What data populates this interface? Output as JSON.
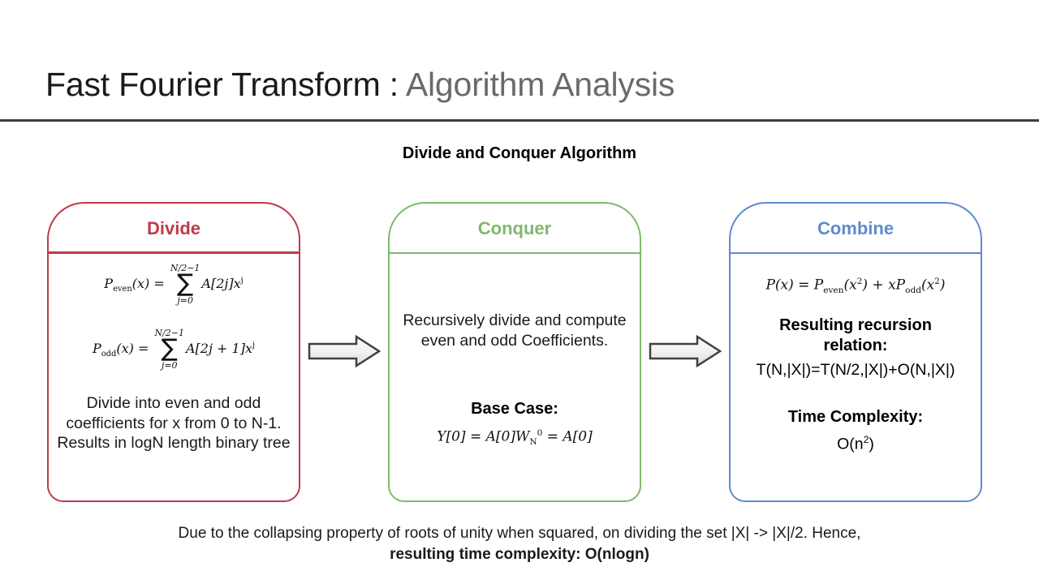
{
  "slide": {
    "title_main": "Fast Fourier Transform : ",
    "title_sub": "Algorithm Analysis",
    "diagram_heading": "Divide and Conquer Algorithm"
  },
  "colors": {
    "divide": "#BE3A4B",
    "conquer": "#7FB96D",
    "combine": "#5B8CCC",
    "title_main": "#1A1A1A",
    "title_sub": "#6A6A6A",
    "rule": "#3D3D3D",
    "arrow_outline": "#404040",
    "arrow_fill": "#EDEDED"
  },
  "stages": {
    "divide": {
      "header": "Divide",
      "formula_even": {
        "lhs": "P",
        "lhs_sub": "even",
        "lhs_arg": "(x) = ",
        "sum_upper": "N/2−1",
        "sum_sign": "∑",
        "sum_lower": "j=0",
        "term": "A[2j]x",
        "term_sup": "j"
      },
      "formula_odd": {
        "lhs": "P",
        "lhs_sub": "odd",
        "lhs_arg": "(x) = ",
        "sum_upper": "N/2−1",
        "sum_sign": "∑",
        "sum_lower": "j=0",
        "term": "A[2j + 1]x",
        "term_sup": "j"
      },
      "description": "Divide into even and odd coefficients for x from 0 to N-1. Results in logN length binary tree"
    },
    "conquer": {
      "header": "Conquer",
      "description": "Recursively divide and compute even and odd Coefficients.",
      "base_case_label": "Base Case:",
      "base_case_formula": {
        "lhs": "Y[0] = A[0]W",
        "w_sub": "N",
        "w_sup": "0",
        "rhs": " = A[0]"
      }
    },
    "combine": {
      "header": "Combine",
      "formula": {
        "lhs": "P(x) = P",
        "even_sub": "even",
        "mid": "(x",
        "sq1": "2",
        "plus": ") + xP",
        "odd_sub": "odd",
        "tail": "(x",
        "sq2": "2",
        "close": ")"
      },
      "recursion_label": "Resulting recursion relation:",
      "recursion_formula": "T(N,|X|)=T(N/2,|X|)+O(N,|X|)",
      "time_complexity_label": "Time Complexity:",
      "time_complexity_value": "O(n",
      "time_complexity_exp": "2",
      "time_complexity_close": ")"
    }
  },
  "arrows": {
    "arrow_1_label": "divide-to-conquer-arrow",
    "arrow_2_label": "conquer-to-combine-arrow"
  },
  "footnote": {
    "line1": "Due to the collapsing property of roots of unity when squared, on dividing the set |X| -> |X|/2. Hence,",
    "line2": "resulting time complexity: O(nlogn)"
  }
}
